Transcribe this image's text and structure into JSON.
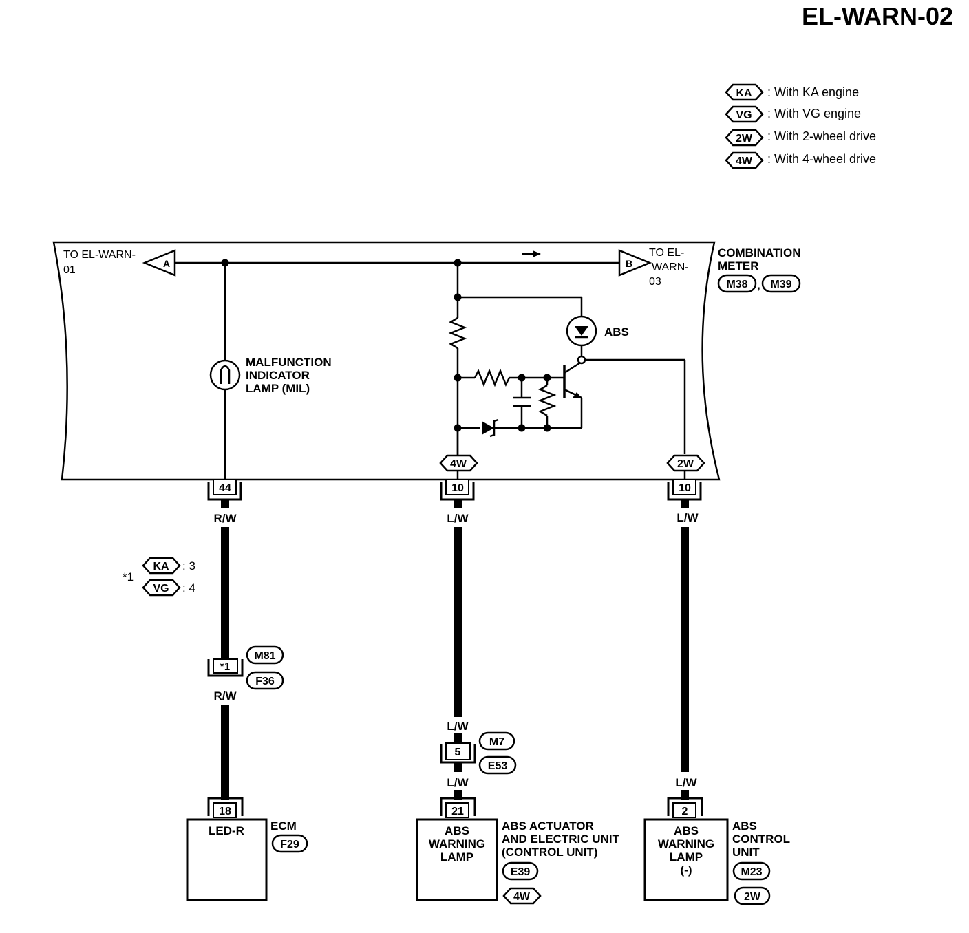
{
  "title": "EL-WARN-02",
  "legend": [
    {
      "code": "KA",
      "text": ": With KA engine"
    },
    {
      "code": "VG",
      "text": ": With VG engine"
    },
    {
      "code": "2W",
      "text": ": With 2-wheel drive"
    },
    {
      "code": "4W",
      "text": ": With 4-wheel drive"
    }
  ],
  "combination_meter": {
    "name_line1": "COMBINATION",
    "name_line2": "METER",
    "connectors": [
      "M38",
      "M39"
    ],
    "connector_separator": ","
  },
  "connector_a": {
    "letter": "A",
    "text_line1": "TO EL-WARN-",
    "text_line2": "01"
  },
  "connector_b": {
    "letter": "B",
    "text_line1": "TO EL-",
    "text_line2": "WARN-",
    "text_line3": "03"
  },
  "mil": {
    "line1": "MALFUNCTION",
    "line2": "INDICATOR",
    "line3": "LAMP (MIL)"
  },
  "abs_led_label": "ABS",
  "meter_terminals": {
    "mil": "44",
    "abs_4w": "10",
    "abs_2w": "10"
  },
  "option_tags": {
    "abs_4w": "4W",
    "abs_2w": "2W"
  },
  "wire_colors": {
    "rw_top": "R/W",
    "rw_bottom": "R/W",
    "lw_mid_top": "L/W",
    "lw_mid_lower1": "L/W",
    "lw_mid_lower2": "L/W",
    "lw_right_top": "L/W",
    "lw_right_bottom": "L/W"
  },
  "note_1": {
    "mark": "*1",
    "options": [
      {
        "code": "KA",
        "value": ": 3"
      },
      {
        "code": "VG",
        "value": ": 4"
      }
    ]
  },
  "joint_connector_left": {
    "terminal": "*1",
    "connectors": [
      "M81",
      "F36"
    ]
  },
  "joint_connector_mid": {
    "terminal": "5",
    "connectors": [
      "M7",
      "E53"
    ]
  },
  "ecm": {
    "terminal": "18",
    "inner_label": "LED-R",
    "name": "ECM",
    "connector": "F29"
  },
  "abs_actuator": {
    "terminal": "21",
    "inner_line1": "ABS",
    "inner_line2": "WARNING",
    "inner_line3": "LAMP",
    "name_line1": "ABS ACTUATOR",
    "name_line2": "AND ELECTRIC UNIT",
    "name_line3": "(CONTROL UNIT)",
    "connector": "E39",
    "option": "4W"
  },
  "abs_control_unit": {
    "terminal": "2",
    "inner_line1": "ABS",
    "inner_line2": "WARNING",
    "inner_line3": "LAMP",
    "inner_line4": "(-)",
    "name_line1": "ABS",
    "name_line2": "CONTROL",
    "name_line3": "UNIT",
    "connector": "M23",
    "option": "2W"
  }
}
